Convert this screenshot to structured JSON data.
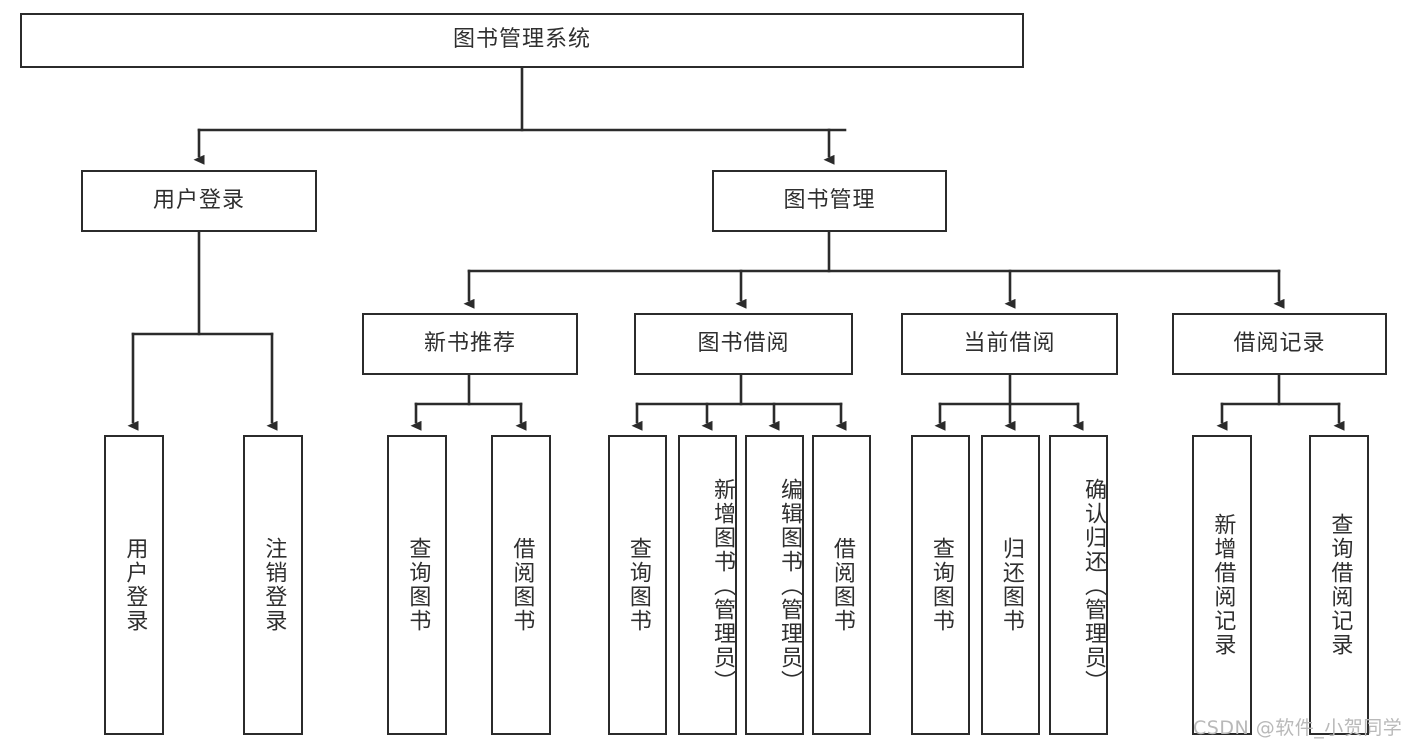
{
  "diagram": {
    "title": "图书管理系统",
    "type": "tree-hierarchy",
    "watermark": "CSDN @软件_小贺同学",
    "style": {
      "box_border_color": "#2b2b2b",
      "box_fill_color": "#ffffff",
      "line_color": "#2b2b2b",
      "text_color": "#2f2f2f",
      "background_color": "#ffffff",
      "watermark_color": "#b9b9b9"
    },
    "root": {
      "label": "图书管理系统"
    },
    "level2": [
      {
        "id": "user-login",
        "label": "用户登录"
      },
      {
        "id": "book-manage",
        "label": "图书管理"
      }
    ],
    "level3": [
      {
        "id": "new-book-recommend",
        "label": "新书推荐"
      },
      {
        "id": "book-borrow",
        "label": "图书借阅"
      },
      {
        "id": "current-borrow",
        "label": "当前借阅"
      },
      {
        "id": "borrow-record",
        "label": "借阅记录"
      }
    ],
    "leaves": {
      "user_login": [
        {
          "id": "leaf-user-login",
          "label": "用户登录"
        },
        {
          "id": "leaf-logout-login",
          "label": "注销登录"
        }
      ],
      "new_book_recommend": [
        {
          "id": "leaf-query-book-1",
          "label": "查询图书"
        },
        {
          "id": "leaf-borrow-book-1",
          "label": "借阅图书"
        }
      ],
      "book_borrow": [
        {
          "id": "leaf-query-book-2",
          "label": "查询图书"
        },
        {
          "id": "leaf-add-book",
          "label": "新增图书（管理员）"
        },
        {
          "id": "leaf-edit-book",
          "label": "编辑图书（管理员）"
        },
        {
          "id": "leaf-borrow-book-2",
          "label": "借阅图书"
        }
      ],
      "current_borrow": [
        {
          "id": "leaf-query-book-3",
          "label": "查询图书"
        },
        {
          "id": "leaf-return-book",
          "label": "归还图书"
        },
        {
          "id": "leaf-confirm-return",
          "label": "确认归还（管理员）"
        }
      ],
      "borrow_record": [
        {
          "id": "leaf-add-borrow-record",
          "label": "新增借阅记录"
        },
        {
          "id": "leaf-query-borrow-record",
          "label": "查询借阅记录"
        }
      ]
    }
  }
}
